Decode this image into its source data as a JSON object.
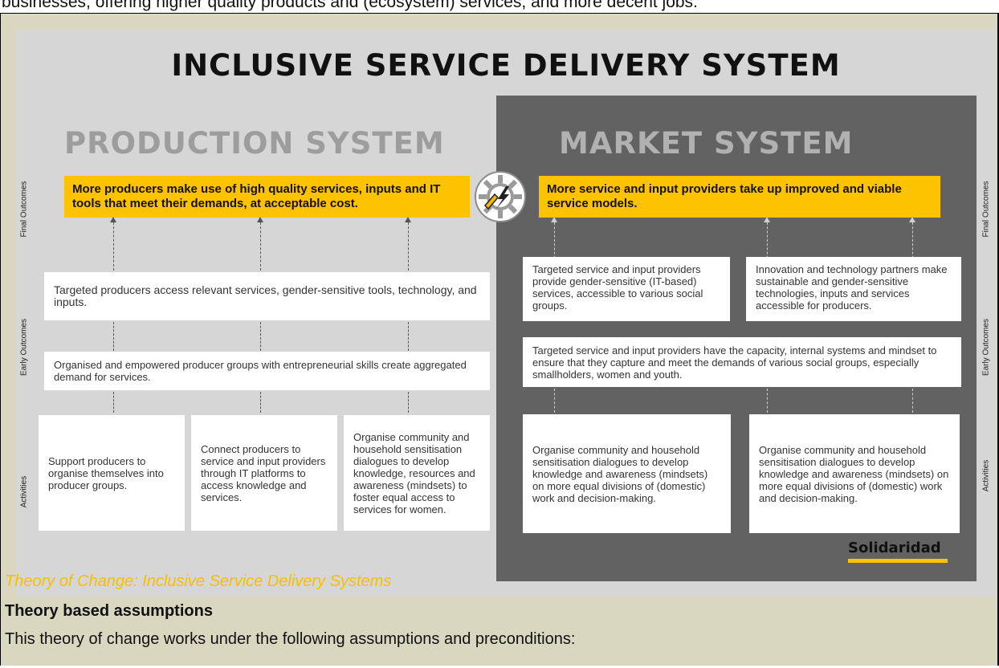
{
  "doc": {
    "top_text": "businesses, offering higher quality products and (ecosystem) services, and more decent jobs.",
    "caption": "Theory of Change: Inclusive Service Delivery Systems",
    "heading": "Theory based assumptions",
    "paragraph": "This theory of change works under the following assumptions and preconditions:"
  },
  "figure": {
    "title": "INCLUSIVE SERVICE DELIVERY SYSTEM",
    "production_title": "PRODUCTION SYSTEM",
    "market_title": "MARKET SYSTEM",
    "side_labels": {
      "final_outcomes": "Final Outcomes",
      "early_outcomes": "Early Outcomes",
      "activities": "Activities"
    },
    "icon": "wrench-gear-icon",
    "logo": "Solidaridad",
    "production": {
      "final_outcome": "More producers make use of high quality services, inputs and IT tools that meet their demands, at acceptable cost.",
      "early_outcome_1": "Targeted producers access relevant services, gender-sensitive tools, technology, and inputs.",
      "early_outcome_2": "Organised and empowered producer groups with entrepreneurial skills create aggregated demand for services.",
      "activities": [
        "Support producers to organise themselves into producer groups.",
        "Connect producers to service and input providers through IT platforms to access knowledge and services.",
        "Organise community and household sensitisation dialogues to develop knowledge, resources and awareness (mindsets) to foster equal access to services for women."
      ]
    },
    "market": {
      "final_outcome": "More service and input providers take up improved and viable service models.",
      "early_outcome_1a": "Targeted service and input providers provide gender-sensitive (IT-based) services, accessible to various social groups.",
      "early_outcome_1b": "Innovation and technology partners make sustainable and gender-sensitive technologies, inputs and services accessible for producers.",
      "early_outcome_2": "Targeted service and input providers have the capacity, internal systems and mindset to ensure that they capture and meet the demands of various social groups, especially smallholders, women and youth.",
      "activities": [
        "Organise community and household sensitisation dialogues to develop knowledge and awareness (mindsets) on more equal divisions of (domestic) work and decision-making.",
        "Organise community and household sensitisation dialogues to develop knowledge and awareness (mindsets) on more equal divisions of (domestic) work and decision-making."
      ]
    },
    "colors": {
      "accent_yellow": "#fdc300",
      "market_bg": "#626262",
      "production_bg": "#d6d6d6",
      "page_bg": "#d9d7c0",
      "caption_color": "#f5c000"
    }
  }
}
